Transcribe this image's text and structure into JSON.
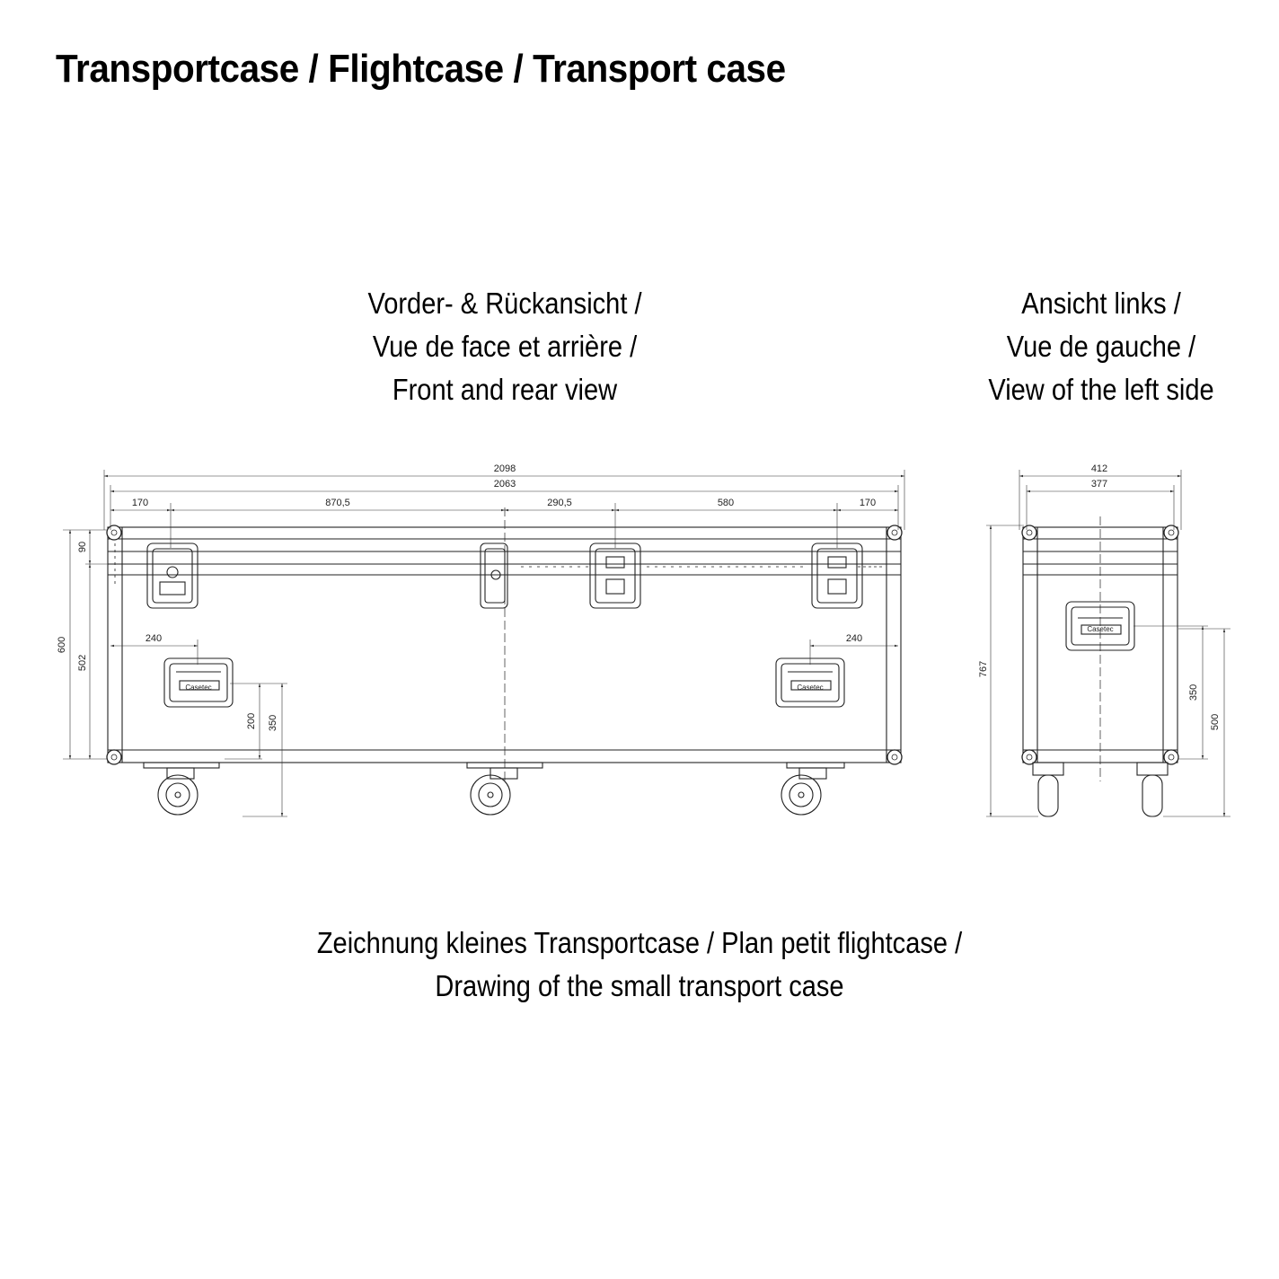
{
  "page_title": "Transportcase / Flightcase / Transport case",
  "front_caption": [
    "Vorder- & Rückansicht /",
    "Vue de face et arrière /",
    "Front and rear view"
  ],
  "left_caption": [
    "Ansicht links /",
    "Vue de gauche /",
    "View of the left side"
  ],
  "bottom_caption": [
    "Zeichnung kleines Transportcase / Plan petit flightcase /",
    "Drawing of the small transport case"
  ],
  "front_dims": {
    "overall_width": "2098",
    "inner_width": "2063",
    "seg_1": "170",
    "seg_2": "870,5",
    "seg_3": "290,5",
    "seg_4": "580",
    "seg_5": "170",
    "handle_left_offset": "240",
    "handle_right_offset": "240",
    "height_total": "600",
    "height_body": "502",
    "lid_height": "90",
    "handle_height_low": "200",
    "handle_height_high": "350"
  },
  "side_dims": {
    "overall_width": "412",
    "inner_width": "377",
    "height_total": "767",
    "handle_height": "350",
    "height_body": "500"
  },
  "handle_label": "Casetec"
}
